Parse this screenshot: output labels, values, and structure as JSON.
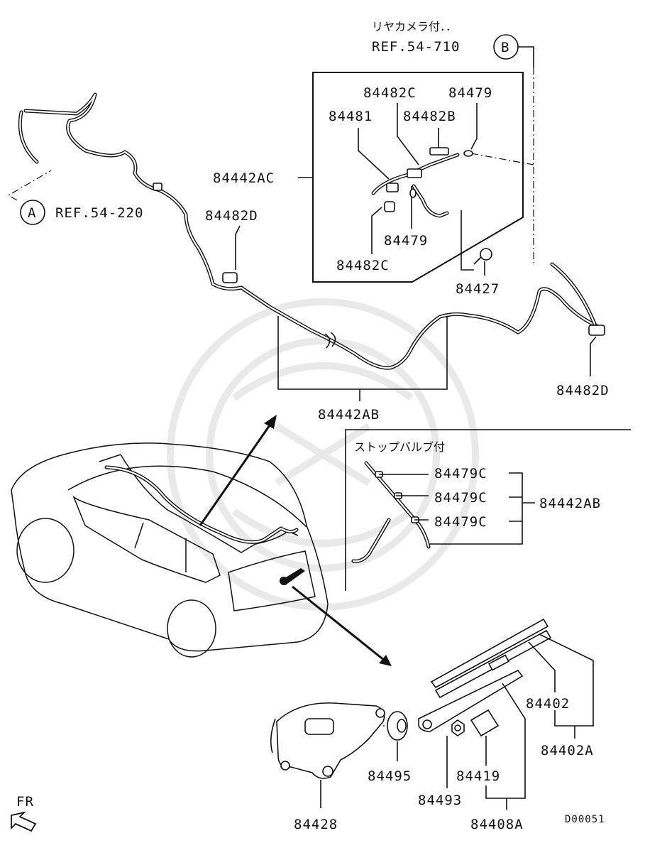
{
  "notes": {
    "rear_camera_jp": "リヤカメラ付．．",
    "stop_valve_jp": "ストップバルブ付"
  },
  "refs": {
    "ref_b": "REF.54-710",
    "ref_a": "REF.54-220",
    "circle_a": "A",
    "circle_b": "B"
  },
  "parts": {
    "p84482C_top": "84482C",
    "p84479_top": "84479",
    "p84481": "84481",
    "p84482B": "84482B",
    "p84442AC": "84442AC",
    "p84482D_left": "84482D",
    "p84479_mid": "84479",
    "p84482C_bot": "84482C",
    "p84427": "84427",
    "p84482D_right": "84482D",
    "p84442AB_main": "84442AB",
    "p84479C_1": "84479C",
    "p84479C_2": "84479C",
    "p84479C_3": "84479C",
    "p84442AB_inset": "84442AB",
    "p84402": "84402",
    "p84402A": "84402A",
    "p84495": "84495",
    "p84419": "84419",
    "p84493": "84493",
    "p84428": "84428",
    "p84408A": "84408A"
  },
  "footer": {
    "fr": "FR",
    "code": "D00051"
  },
  "icons": [
    "fr-arrow-icon"
  ]
}
